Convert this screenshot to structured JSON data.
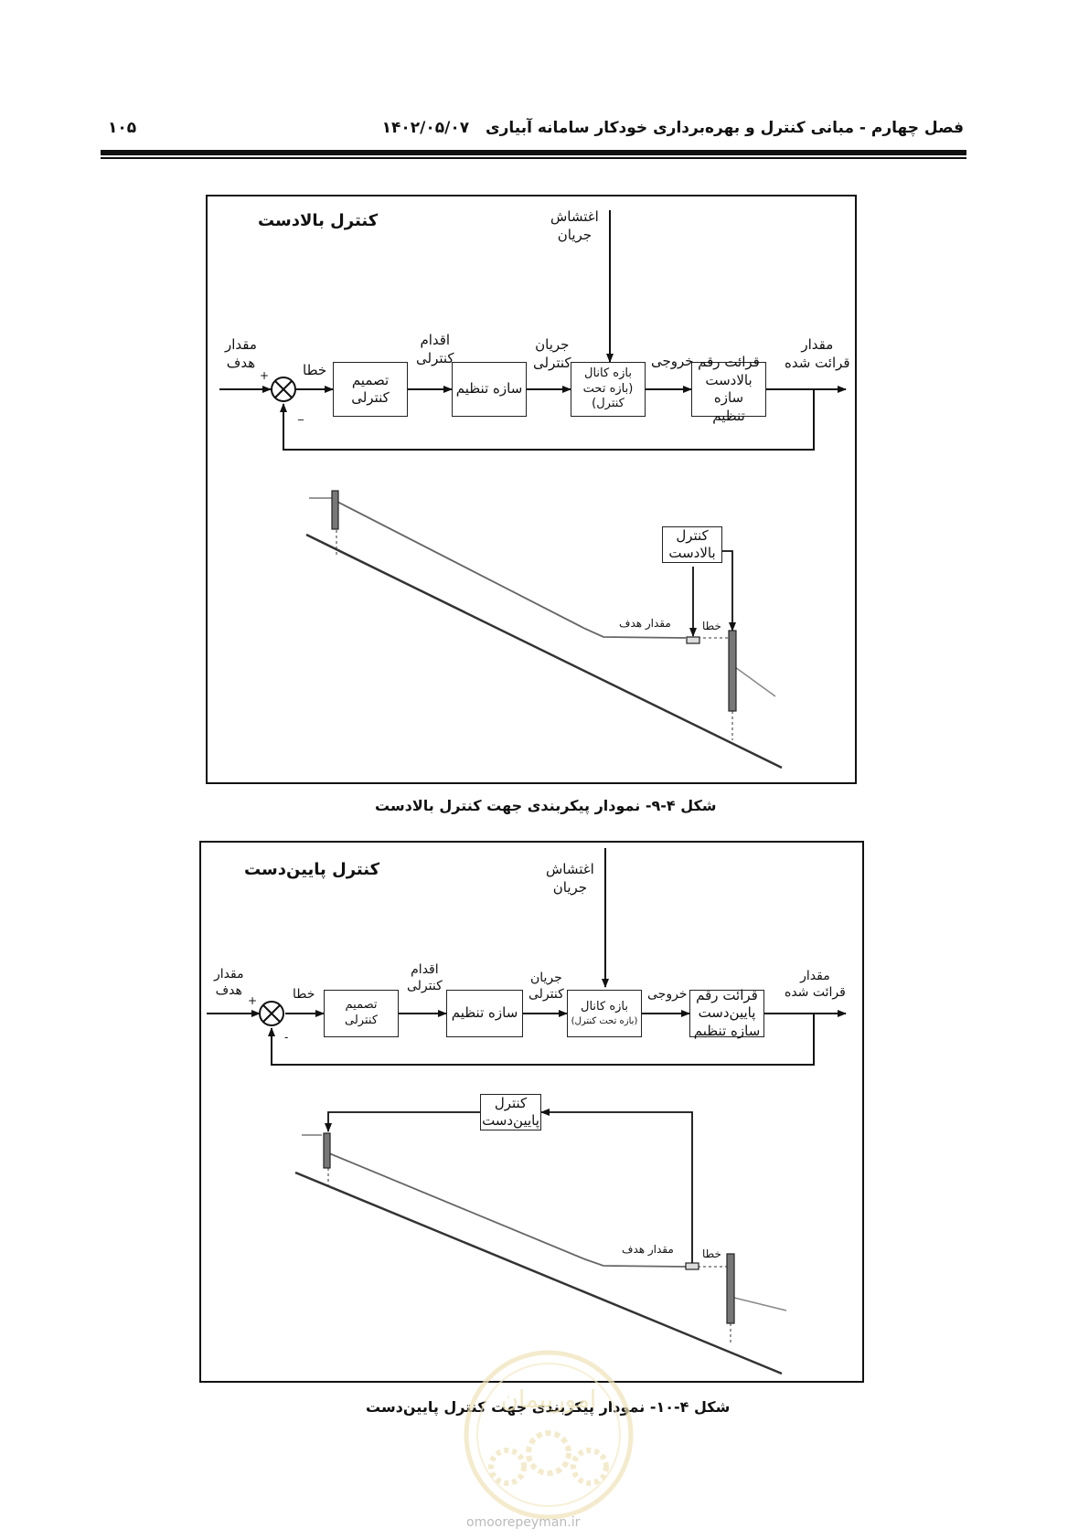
{
  "header": {
    "page_number": "۱۰۵",
    "chapter_title": "فصل چهارم - مبانی کنترل و بهره‌برداری خودکار سامانه آبیاری",
    "date": "۱۴۰۲/۰۵/۰۷"
  },
  "figure1": {
    "title": "کنترل بالادست",
    "disturbance": [
      "اغتشاش",
      "جریان"
    ],
    "target": [
      "مقدار",
      "هدف"
    ],
    "plus": "+",
    "minus": "_",
    "error": "خطا",
    "control_action": [
      "اقدام",
      "کنترلی"
    ],
    "control_flow": [
      "جریان",
      "کنترلی"
    ],
    "output": "خروجی",
    "measured": [
      "مقدار",
      "قرائت شده"
    ],
    "block_decision": [
      "تصمیم",
      "کنترلی"
    ],
    "block_structure": "سازه تنظیم",
    "block_reach": [
      "بازه کانال",
      "(بازه تحت",
      "کنترل)"
    ],
    "block_reading": [
      "قرائت رقم",
      "بالادست سازه",
      "تنظیم"
    ],
    "controller_box": [
      "کنترل",
      "بالادست"
    ],
    "canal_target": "مقدار هدف",
    "canal_error": "خطا",
    "caption": "شکل ۴-۹- نمودار پیکربندی جهت کنترل بالادست"
  },
  "figure2": {
    "title": "کنترل پایین‌دست",
    "disturbance": [
      "اغتشاش",
      "جریان"
    ],
    "target": [
      "مقدار",
      "هدف"
    ],
    "plus": "+",
    "minus": "-",
    "error": "خطا",
    "control_action": [
      "اقدام",
      "کنترلی"
    ],
    "control_flow": [
      "جریان",
      "کنترلی"
    ],
    "output": "خروجی",
    "measured": [
      "مقدار",
      "قرائت شده"
    ],
    "block_decision": [
      "تصمیم",
      "کنترلی"
    ],
    "block_structure": "سازه تنظیم",
    "block_reach": [
      "بازه کانال",
      "(بازه تحت کنترل)"
    ],
    "block_reading": [
      "قرائت رقم",
      "پایین‌دست",
      "سازه تنظیم"
    ],
    "controller_box": [
      "کنترل",
      "پایین‌دست"
    ],
    "canal_target": "مقدار هدف",
    "canal_error": "خطا",
    "caption": "شکل ۴-۱۰- نمودار پیکربندی جهت کنترل پایین‌دست"
  },
  "watermark": {
    "logo_text": "امورپیمان",
    "site": "omoorepeyman.ir"
  }
}
